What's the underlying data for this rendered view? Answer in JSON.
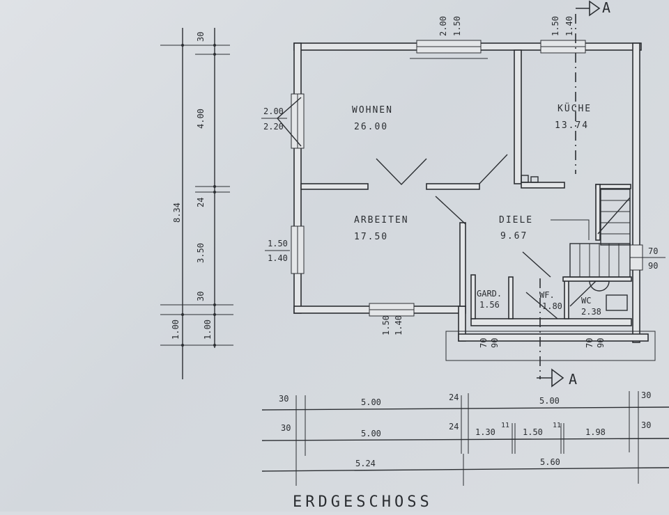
{
  "title": "ERDGESCHOSS",
  "section_marker": "A",
  "rooms": [
    {
      "name": "WOHNEN",
      "area": "26.00"
    },
    {
      "name": "KÜCHE",
      "area": "13.74"
    },
    {
      "name": "ARBEITEN",
      "area": "17.50"
    },
    {
      "name": "DIELE",
      "area": "9.67"
    },
    {
      "name": "GARD.",
      "area": "1.56"
    },
    {
      "name": "WF.",
      "area": "1.80"
    },
    {
      "name": "WC",
      "area": "2.38"
    }
  ],
  "window_dims": {
    "wohnen_top": [
      "2.00",
      "1.50"
    ],
    "kueche_top": [
      "1.50",
      "1.40"
    ],
    "wohnen_left": [
      "2.00",
      "2.20"
    ],
    "arbeiten_left": [
      "1.50",
      "1.40"
    ],
    "arbeiten_bottom": [
      "1.50",
      "1.40"
    ],
    "stair_right": [
      "70",
      "90"
    ],
    "gard_bottom": [
      "70",
      "90"
    ],
    "wc_bottom": [
      "70",
      "90"
    ]
  },
  "left_dims": {
    "total": "8.34",
    "chain": [
      "30",
      "4.00",
      "24",
      "3.50",
      "30",
      "1.00"
    ],
    "outer": "1.00"
  },
  "bottom_dims": {
    "row1": [
      "30",
      "5.00",
      "24",
      "5.00",
      "30"
    ],
    "row2": [
      "30",
      "5.00",
      "24",
      "1.30",
      "11",
      "1.50",
      "11",
      "1.98",
      "30"
    ],
    "row3": [
      "5.24",
      "5.60"
    ]
  }
}
